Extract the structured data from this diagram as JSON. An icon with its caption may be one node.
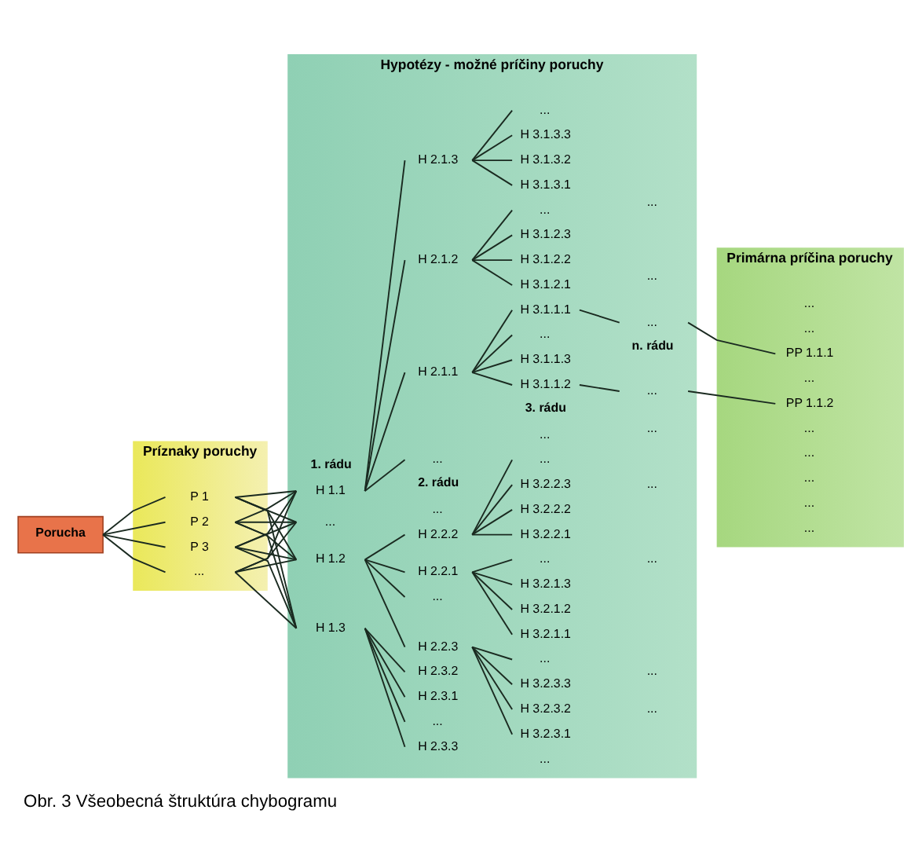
{
  "diagram": {
    "caption": "Obr. 3 Všeobecná štruktúra chybogramu",
    "nodes": [
      {
        "text": [
          "Príznaky poruchy"
        ]
      },
      {
        "text": [
          "Hypotézy - možné príčiny poruchy"
        ]
      },
      {
        "text": [
          "Primárna príčina poruchy"
        ]
      },
      {
        "text": [
          "Porucha"
        ]
      },
      {
        "text": [
          "P 1"
        ],
        "in": 0
      },
      {
        "text": [
          "P 2"
        ],
        "in": 0
      },
      {
        "text": [
          "P 3"
        ],
        "in": 0
      },
      {
        "text": [
          "..."
        ],
        "in": 0
      },
      {
        "text": [
          "H 1.1"
        ],
        "in": 1
      },
      {
        "text": [
          "H 2.1.1"
        ],
        "in": 1
      },
      {
        "text": [
          "H 3.1.1.1"
        ],
        "in": 1
      },
      {
        "text": [
          "..."
        ],
        "in": 1
      },
      {
        "text": [
          "H 3.1.1.2"
        ],
        "in": 1
      },
      {
        "text": [
          "..."
        ],
        "in": 1
      },
      {
        "text": [
          "H 3.1.1.3"
        ],
        "in": 1
      },
      {
        "text": [
          "..."
        ],
        "in": 1
      },
      {
        "text": [
          "H 2.1.2"
        ],
        "in": 1
      },
      {
        "text": [
          "H 3.1.2.1"
        ],
        "in": 1
      },
      {
        "text": [
          "H 3.1.2.2"
        ],
        "in": 1
      },
      {
        "text": [
          "H 3.1.2.3"
        ],
        "in": 1
      },
      {
        "text": [
          "..."
        ],
        "in": 1
      },
      {
        "text": [
          "H 2.1.3"
        ],
        "in": 1
      },
      {
        "text": [
          "H 3.1.3.1"
        ],
        "in": 1
      },
      {
        "text": [
          "H 3.1.3.2"
        ],
        "in": 1
      },
      {
        "text": [
          "H 3.1.3.3"
        ],
        "in": 1
      },
      {
        "text": [
          "..."
        ],
        "in": 1
      },
      {
        "text": [
          "..."
        ],
        "in": 1
      },
      {
        "text": [
          "H 1.2"
        ],
        "in": 1
      },
      {
        "text": [
          "H 2.2.1"
        ],
        "in": 1
      },
      {
        "text": [
          "H 3.2.1.1"
        ],
        "in": 1
      },
      {
        "text": [
          "H 3.2.1.2"
        ],
        "in": 1
      },
      {
        "text": [
          "H 3.2.1.3"
        ],
        "in": 1
      },
      {
        "text": [
          "..."
        ],
        "in": 1
      },
      {
        "text": [
          "H 2.2.2"
        ],
        "in": 1
      },
      {
        "text": [
          "H 3.2.2.1"
        ],
        "in": 1
      },
      {
        "text": [
          "H 3.2.2.2"
        ],
        "in": 1
      },
      {
        "text": [
          "H 3.2.2.3"
        ],
        "in": 1
      },
      {
        "text": [
          "..."
        ],
        "in": 1
      },
      {
        "text": [
          "H 2.2.3"
        ],
        "in": 1
      },
      {
        "text": [
          "H 3.2.3.1"
        ],
        "in": 1
      },
      {
        "text": [
          "H 3.2.3.2"
        ],
        "in": 1
      },
      {
        "text": [
          "H 3.2.3.3"
        ],
        "in": 1
      },
      {
        "text": [
          "..."
        ],
        "in": 1
      },
      {
        "text": [
          "..."
        ],
        "in": 1
      },
      {
        "text": [
          "H 1.3"
        ],
        "in": 1
      },
      {
        "text": [
          "H 2.3.1"
        ],
        "in": 1
      },
      {
        "text": [
          "H 2.3.2"
        ],
        "in": 1
      },
      {
        "text": [
          "H 2.3.3"
        ],
        "in": 1
      },
      {
        "text": [
          "..."
        ],
        "in": 1
      },
      {
        "text": [
          "..."
        ],
        "in": 1
      },
      {
        "text": [
          "PP 1.1.1"
        ],
        "in": 2
      },
      {
        "text": [
          "PP 1.1.2"
        ],
        "in": 2
      }
    ],
    "edges": [
      {
        "from": 3,
        "to": 4,
        "arrow": "none"
      },
      {
        "from": 3,
        "to": 5,
        "arrow": "none"
      },
      {
        "from": 3,
        "to": 6,
        "arrow": "none"
      },
      {
        "from": 3,
        "to": 7,
        "arrow": "none"
      },
      {
        "from": 4,
        "to": 8,
        "arrow": "none"
      },
      {
        "from": 4,
        "to": 27,
        "arrow": "none"
      },
      {
        "from": 4,
        "to": 44,
        "arrow": "none"
      },
      {
        "from": 4,
        "to": 49,
        "arrow": "none"
      },
      {
        "from": 5,
        "to": 8,
        "arrow": "none"
      },
      {
        "from": 5,
        "to": 27,
        "arrow": "none"
      },
      {
        "from": 5,
        "to": 44,
        "arrow": "none"
      },
      {
        "from": 5,
        "to": 49,
        "arrow": "none"
      },
      {
        "from": 6,
        "to": 8,
        "arrow": "none"
      },
      {
        "from": 6,
        "to": 27,
        "arrow": "none"
      },
      {
        "from": 6,
        "to": 44,
        "arrow": "none"
      },
      {
        "from": 6,
        "to": 49,
        "arrow": "none"
      },
      {
        "from": 7,
        "to": 8,
        "arrow": "none"
      },
      {
        "from": 7,
        "to": 27,
        "arrow": "none"
      },
      {
        "from": 7,
        "to": 44,
        "arrow": "none"
      },
      {
        "from": 7,
        "to": 49,
        "arrow": "none"
      },
      {
        "from": 8,
        "to": 9,
        "arrow": "none"
      },
      {
        "from": 8,
        "to": 16,
        "arrow": "none"
      },
      {
        "from": 8,
        "to": 21,
        "arrow": "none"
      },
      {
        "from": 8,
        "to": 26,
        "arrow": "none"
      },
      {
        "from": 9,
        "to": 10,
        "arrow": "none"
      },
      {
        "from": 9,
        "to": 12,
        "arrow": "none"
      },
      {
        "from": 9,
        "to": 14,
        "arrow": "none"
      },
      {
        "from": 9,
        "to": 15,
        "arrow": "none"
      },
      {
        "from": 10,
        "to": 11,
        "arrow": "none"
      },
      {
        "from": 11,
        "to": 50,
        "arrow": "none"
      },
      {
        "from": 12,
        "to": 13,
        "arrow": "none"
      },
      {
        "from": 13,
        "to": 51,
        "arrow": "none"
      },
      {
        "from": 16,
        "to": 17,
        "arrow": "none"
      },
      {
        "from": 16,
        "to": 18,
        "arrow": "none"
      },
      {
        "from": 16,
        "to": 19,
        "arrow": "none"
      },
      {
        "from": 16,
        "to": 20,
        "arrow": "none"
      },
      {
        "from": 21,
        "to": 22,
        "arrow": "none"
      },
      {
        "from": 21,
        "to": 23,
        "arrow": "none"
      },
      {
        "from": 21,
        "to": 24,
        "arrow": "none"
      },
      {
        "from": 21,
        "to": 25,
        "arrow": "none"
      },
      {
        "from": 27,
        "to": 28,
        "arrow": "none"
      },
      {
        "from": 27,
        "to": 33,
        "arrow": "none"
      },
      {
        "from": 27,
        "to": 38,
        "arrow": "none"
      },
      {
        "from": 27,
        "to": 43,
        "arrow": "none"
      },
      {
        "from": 28,
        "to": 29,
        "arrow": "none"
      },
      {
        "from": 28,
        "to": 30,
        "arrow": "none"
      },
      {
        "from": 28,
        "to": 31,
        "arrow": "none"
      },
      {
        "from": 28,
        "to": 32,
        "arrow": "none"
      },
      {
        "from": 33,
        "to": 34,
        "arrow": "none"
      },
      {
        "from": 33,
        "to": 35,
        "arrow": "none"
      },
      {
        "from": 33,
        "to": 36,
        "arrow": "none"
      },
      {
        "from": 33,
        "to": 37,
        "arrow": "none"
      },
      {
        "from": 38,
        "to": 39,
        "arrow": "none"
      },
      {
        "from": 38,
        "to": 40,
        "arrow": "none"
      },
      {
        "from": 38,
        "to": 41,
        "arrow": "none"
      },
      {
        "from": 38,
        "to": 42,
        "arrow": "none"
      },
      {
        "from": 44,
        "to": 45,
        "arrow": "none"
      },
      {
        "from": 44,
        "to": 46,
        "arrow": "none"
      },
      {
        "from": 44,
        "to": 47,
        "arrow": "none"
      },
      {
        "from": 44,
        "to": 48,
        "arrow": "none"
      }
    ],
    "labels": [
      "1. rádu",
      "2. rádu",
      "3. rádu",
      "n. rádu",
      "...",
      "...",
      "...",
      "...",
      "...",
      "...",
      "...",
      "...",
      "...",
      "...",
      "...",
      "...",
      "...",
      "...",
      "...",
      "...",
      "...",
      "..."
    ]
  }
}
